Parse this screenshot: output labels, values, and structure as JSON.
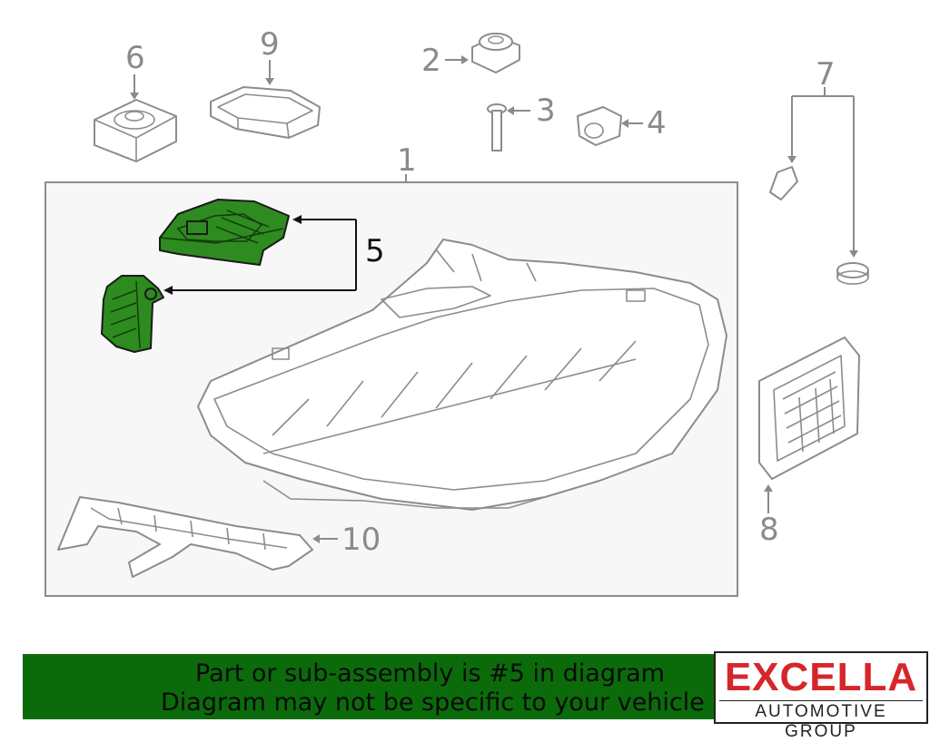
{
  "diagram": {
    "callouts": {
      "c1": "1",
      "c2": "2",
      "c3": "3",
      "c4": "4",
      "c5": "5",
      "c6": "6",
      "c7": "7",
      "c8": "8",
      "c9": "9",
      "c10": "10"
    },
    "highlight_color": "#2e8b1f"
  },
  "banner": {
    "line1": "Part or sub-assembly is #5 in diagram",
    "line2": "Diagram may not be specific to your vehicle",
    "bg_color": "#0b6b0b"
  },
  "logo": {
    "brand": "EXCELLA",
    "sub": "AUTOMOTIVE GROUP",
    "brand_color": "#d6262b"
  }
}
